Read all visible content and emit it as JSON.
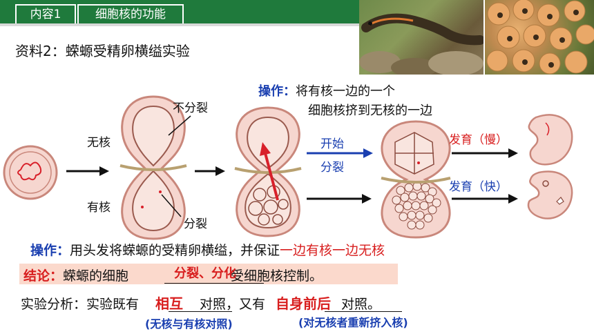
{
  "header": {
    "tab1": "内容1",
    "tab2": "细胞核的功能"
  },
  "subtitle": "资料2：蝾螈受精卵横缢实验",
  "operation1": {
    "label": "操作：",
    "line1": "将有核一边的一个",
    "line2": "细胞核挤到无核的一边"
  },
  "diagram_labels": {
    "no_split": "不分裂",
    "no_nucleus": "无核",
    "has_nucleus": "有核",
    "split": "分裂",
    "start_split_1": "开始",
    "start_split_2": "分裂",
    "develop_slow": "发育（慢）",
    "develop_fast": "发育（快）"
  },
  "operation2": {
    "label": "操作：",
    "text": "用头发将蝾螈的受精卵横缢，并保证",
    "highlight": "一边有核一边无核"
  },
  "conclusion": {
    "label": "结论：",
    "text_before": "蝾螈的细胞",
    "answer": "分裂、分化",
    "text_after": "受细胞核控制。"
  },
  "analysis": {
    "prefix": "实验分析：实验既有",
    "answer1": "相互",
    "mid": "对照，又有",
    "answer2": "自身前后",
    "suffix": "对照。",
    "note1": "(无核与有核对照)",
    "note2": "(对无核者重新挤入核)"
  },
  "colors": {
    "header_green": "#1f7a3c",
    "blue": "#1a3fb0",
    "red": "#d81e1e",
    "conclusion_bg": "#fbd9cc",
    "egg_pink": "#f6d6cf",
    "egg_ring": "#c9877b"
  }
}
